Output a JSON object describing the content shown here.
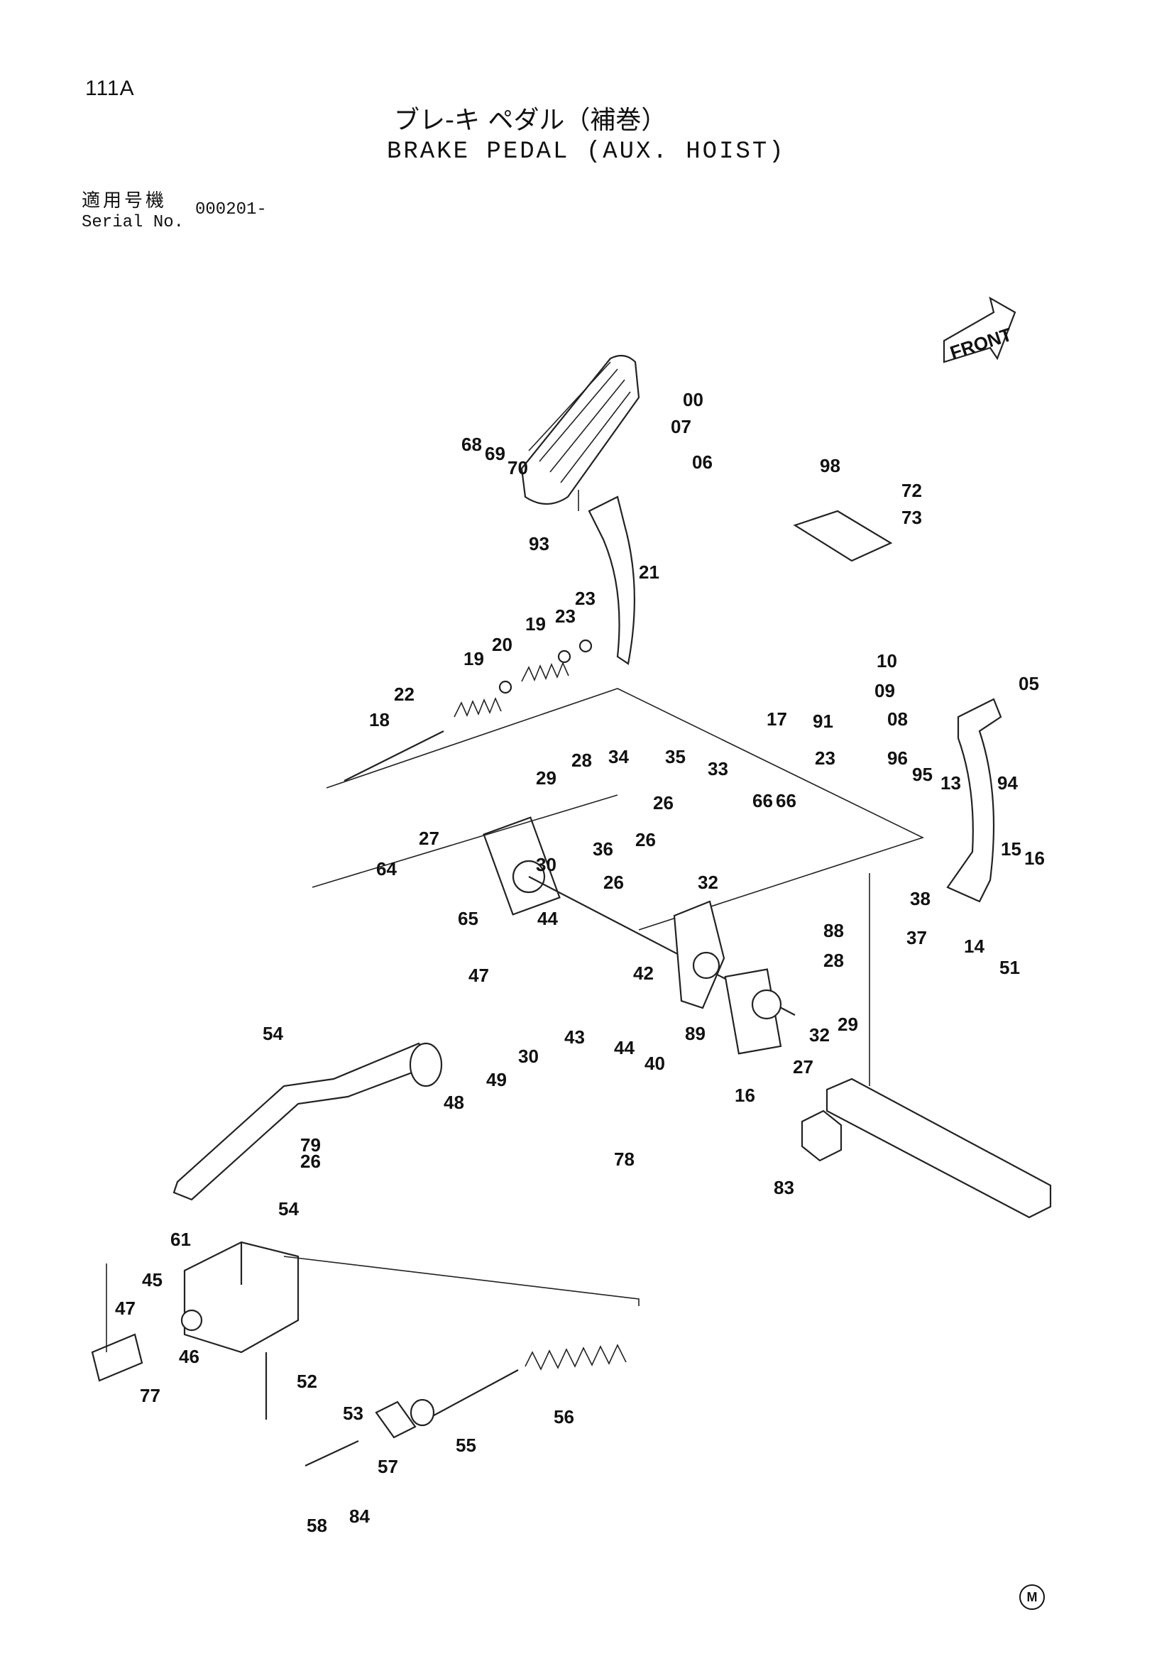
{
  "page_number": "111A",
  "title_jp": "ブレ-キ ペダル（補巻）",
  "title_en": "BRAKE PEDAL (AUX. HOIST)",
  "serial": {
    "label_jp": "適用号機",
    "label_en": "Serial No.",
    "value": "000201-"
  },
  "front_arrow": "FRONT",
  "footer_mark": "M",
  "part_labels": [
    "00",
    "07",
    "06",
    "68",
    "69",
    "70",
    "93",
    "21",
    "23",
    "23",
    "19",
    "20",
    "19",
    "22",
    "18",
    "98",
    "72",
    "73",
    "10",
    "09",
    "08",
    "05",
    "17",
    "91",
    "23",
    "96",
    "95",
    "13",
    "94",
    "34",
    "35",
    "33",
    "26",
    "66",
    "66",
    "29",
    "28",
    "36",
    "26",
    "26",
    "32",
    "27",
    "30",
    "64",
    "65",
    "44",
    "47",
    "42",
    "43",
    "44",
    "40",
    "89",
    "38",
    "88",
    "37",
    "28",
    "29",
    "32",
    "27",
    "16",
    "15",
    "16",
    "14",
    "51",
    "54",
    "48",
    "49",
    "30",
    "78",
    "79",
    "26",
    "61",
    "54",
    "45",
    "47",
    "46",
    "77",
    "52",
    "56",
    "53",
    "55",
    "57",
    "58",
    "84",
    "83"
  ]
}
